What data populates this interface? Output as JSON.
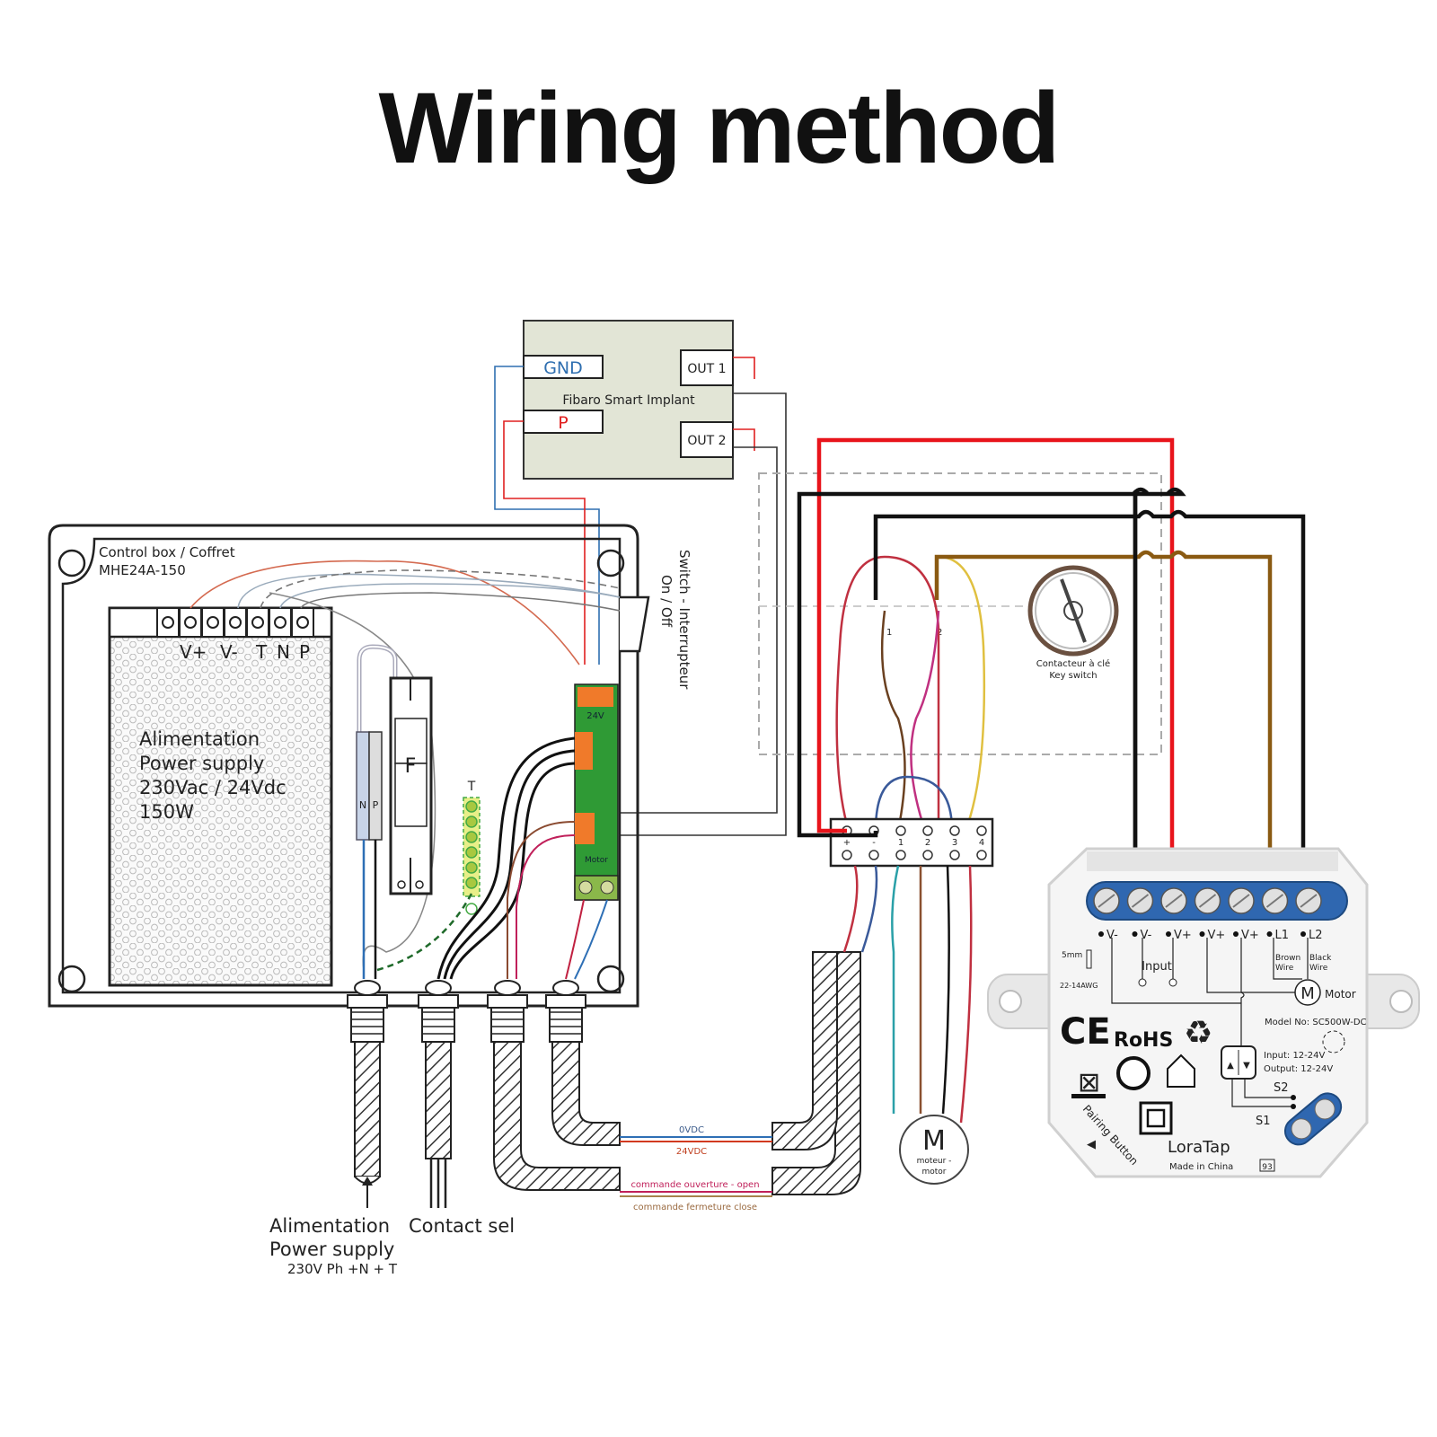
{
  "title": "Wiring method",
  "fibaro": {
    "name": "Fibaro Smart Implant",
    "gnd": "GND",
    "p": "P",
    "out1": "OUT 1",
    "out2": "OUT 2"
  },
  "control_box": {
    "label_line1": "Control box / Coffret",
    "label_line2": "MHE24A-150",
    "terminals": [
      "V+",
      "V-",
      "T",
      "N",
      "P"
    ],
    "psu_lines": [
      "Alimentation",
      "Power supply",
      "230Vac / 24Vdc",
      "150W"
    ],
    "fuse_label": "F",
    "earth_label": "T",
    "neutral_label": "N",
    "phase_label": "P",
    "board_label_24v": "24V",
    "board_label_motor": "Motor"
  },
  "switch": {
    "line1": "Switch - Interrupteur",
    "line2": "On / Off"
  },
  "key_switch": {
    "line1": "Contacteur à clé",
    "line2": "Key switch",
    "pin1": "1",
    "pin2": "2"
  },
  "terminal_block": {
    "labels": [
      "+",
      "-",
      "1",
      "2",
      "3",
      "4"
    ]
  },
  "motor": {
    "symbol": "M",
    "line1": "moteur -",
    "line2": "motor"
  },
  "cable_labels": {
    "zero_vdc": "0VDC",
    "twentyfour_vdc": "24VDC",
    "open": "commande ouverture - open",
    "close": "commande fermeture close"
  },
  "bottom_labels": {
    "power_line1": "Alimentation",
    "power_line2": "Power supply",
    "power_line3": "230V Ph +N  + T",
    "contact": "Contact sel"
  },
  "loratap": {
    "terminals": [
      "V-",
      "V-",
      "V+",
      "V+",
      "V+",
      "L1",
      "L2"
    ],
    "input_label": "Input",
    "brown_wire": [
      "Brown",
      "Wire"
    ],
    "black_wire": [
      "Black",
      "Wire"
    ],
    "motor_symbol": "M",
    "motor_label": "Motor",
    "strip_length": "5mm",
    "wire_gauge": "22-14AWG",
    "ce": "CE",
    "rohs": "RoHS",
    "model": "Model No: SC500W-DC",
    "input_spec": "Input: 12-24V",
    "output_spec": "Output: 12-24V",
    "s1": "S1",
    "s2": "S2",
    "pairing": "Pairing Button",
    "brand": "LoraTap",
    "made_in": "Made in China",
    "code": "93"
  },
  "colors": {
    "red": "#e8141b",
    "black": "#111111",
    "brown": "#8a5a12",
    "blue": "#2e6fb5",
    "fibaro_bg": "#e2e5d6",
    "board_green": "#2f9a35",
    "board_orange": "#f07a2a",
    "terminal_blue": "#2f67b0"
  }
}
